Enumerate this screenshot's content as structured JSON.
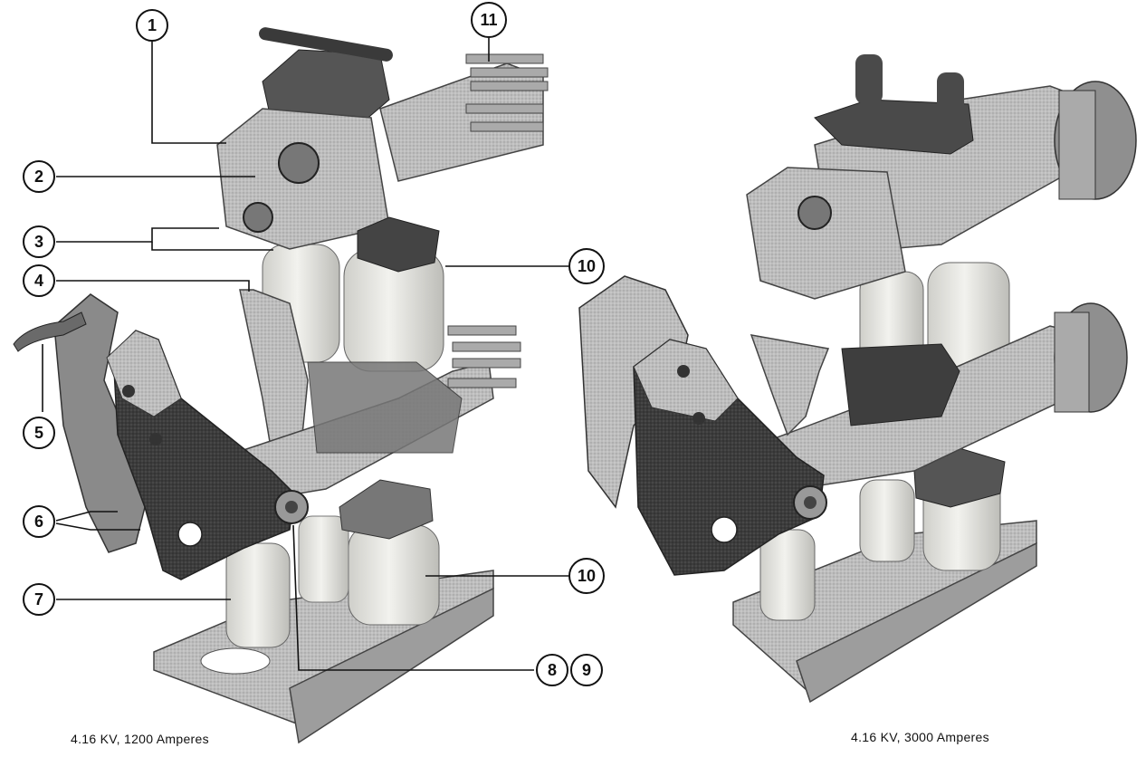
{
  "captions": {
    "left": "4.16 KV, 1200 Amperes",
    "right": "4.16 KV, 3000 Amperes"
  },
  "callouts": [
    {
      "id": "c1",
      "number": "1"
    },
    {
      "id": "c2",
      "number": "2"
    },
    {
      "id": "c3",
      "number": "3"
    },
    {
      "id": "c4",
      "number": "4"
    },
    {
      "id": "c5",
      "number": "5"
    },
    {
      "id": "c6",
      "number": "6"
    },
    {
      "id": "c7",
      "number": "7"
    },
    {
      "id": "c8",
      "number": "8"
    },
    {
      "id": "c9",
      "number": "9"
    },
    {
      "id": "c10a",
      "number": "10"
    },
    {
      "id": "c10b",
      "number": "10"
    },
    {
      "id": "c11",
      "number": "11"
    }
  ],
  "colors": {
    "metal_light": "#c8c8c8",
    "metal_mid": "#a8a8a8",
    "metal_dark": "#5a5a5a",
    "insulator": "#e4e4e0",
    "ink": "#111111"
  }
}
